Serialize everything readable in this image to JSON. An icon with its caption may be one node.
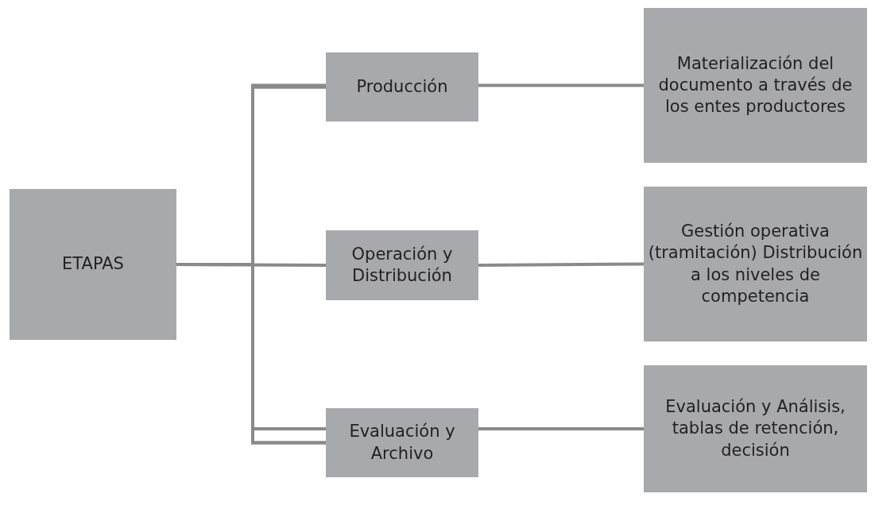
{
  "diagram": {
    "nodes": [
      {
        "text": [
          "ETAPAS"
        ]
      },
      {
        "text": [
          "Producción"
        ]
      },
      {
        "text": [
          "Operación y Distribución"
        ]
      },
      {
        "text": [
          "Evaluación y Archivo"
        ]
      },
      {
        "text": [
          "Materialización del documento a través de los entes productores"
        ]
      },
      {
        "text": [
          "Gestión operativa (tramitación) Distribución a los niveles de competencia"
        ]
      },
      {
        "text": [
          "Evaluación y Análisis, tablas de retención, decisión"
        ]
      }
    ],
    "edges": [
      {
        "from": 0,
        "to": 1,
        "arrow": "none"
      },
      {
        "from": 0,
        "to": 2,
        "arrow": "none"
      },
      {
        "from": 0,
        "to": 3,
        "arrow": "none"
      },
      {
        "from": 1,
        "to": 4,
        "arrow": "none"
      },
      {
        "from": 2,
        "to": 5,
        "arrow": "none"
      },
      {
        "from": 3,
        "to": 6,
        "arrow": "none"
      }
    ]
  }
}
